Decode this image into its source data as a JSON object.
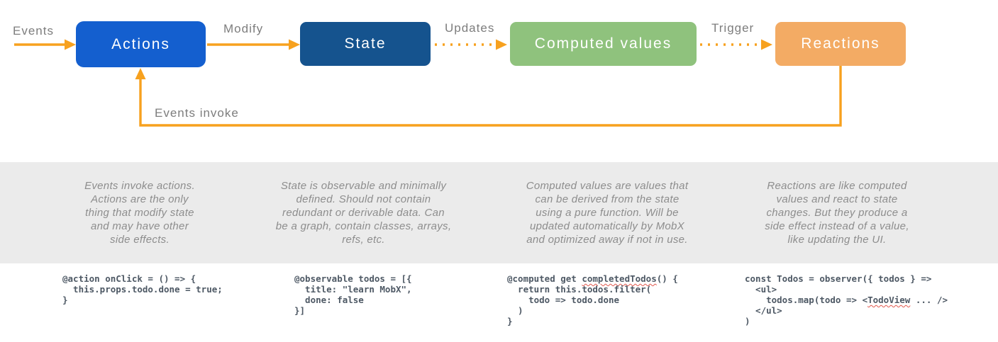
{
  "diagram": {
    "arrow_color": "#F7A11E",
    "nodes": [
      {
        "id": "actions",
        "label": "Actions",
        "color": "#145FCF"
      },
      {
        "id": "state",
        "label": "State",
        "color": "#15538E"
      },
      {
        "id": "computed",
        "label": "Computed values",
        "color": "#8FC27D"
      },
      {
        "id": "reactions",
        "label": "Reactions",
        "color": "#F3AB64"
      }
    ],
    "edge_labels": {
      "events": "Events",
      "modify": "Modify",
      "updates": "Updates",
      "trigger": "Trigger",
      "events_invoke": "Events invoke"
    }
  },
  "descriptions": [
    {
      "text": "Events invoke actions.\nActions are the only\nthing that modify state\nand may have other\nside effects."
    },
    {
      "text": "State is observable and minimally\ndefined. Should not contain\nredundant or derivable data. Can\nbe a graph, contain classes, arrays,\nrefs, etc."
    },
    {
      "text": "Computed values are values that\ncan be derived from the state\nusing a pure function. Will be\nupdated automatically by MobX\nand optimized away if not in use."
    },
    {
      "text": "Reactions are like computed\nvalues and react to state\nchanges. But they produce a\nside effect instead of a value,\nlike updating the UI."
    }
  ],
  "code_blocks": [
    {
      "lines": [
        "@action onClick = () => {",
        "  this.props.todo.done = true;",
        "}"
      ],
      "underlined_words": []
    },
    {
      "lines": [
        "@observable todos = [{",
        "  title: \"learn MobX\",",
        "  done: false",
        "}]"
      ],
      "underlined_words": []
    },
    {
      "lines": [
        "@computed get completedTodos() {",
        "  return this.todos.filter(",
        "    todo => todo.done",
        "  )",
        "}"
      ],
      "underlined_words": [
        "completedTodos"
      ]
    },
    {
      "lines": [
        "const Todos = observer({ todos } =>",
        "  <ul>",
        "    todos.map(todo => <TodoView ... />",
        "  </ul>",
        ")"
      ],
      "underlined_words": [
        "TodoView"
      ]
    }
  ]
}
